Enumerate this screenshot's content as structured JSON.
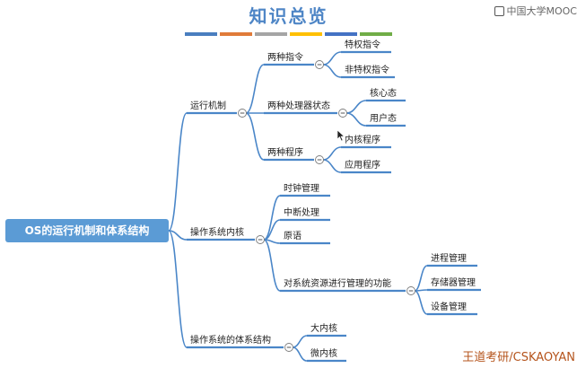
{
  "title": "知识总览",
  "watermark": "中国大学MOOC",
  "footer": "王道考研/CSKAOYAN",
  "header_colors": [
    "#4a7ebf",
    "#e07b39",
    "#a5a5a5",
    "#ffc000",
    "#4472c4",
    "#70ad47"
  ],
  "line_color": "#4a86c8",
  "root": {
    "label": "OS的运行机制和体系结构",
    "color": "#5b9bd5",
    "children": [
      {
        "label": "运行机制",
        "children": [
          {
            "label": "两种指令",
            "children": [
              {
                "label": "特权指令"
              },
              {
                "label": "非特权指令"
              }
            ]
          },
          {
            "label": "两种处理器状态",
            "children": [
              {
                "label": "核心态"
              },
              {
                "label": "用户态"
              }
            ]
          },
          {
            "label": "两种程序",
            "children": [
              {
                "label": "内核程序"
              },
              {
                "label": "应用程序"
              }
            ]
          }
        ]
      },
      {
        "label": "操作系统内核",
        "children": [
          {
            "label": "时钟管理"
          },
          {
            "label": "中断处理"
          },
          {
            "label": "原语"
          },
          {
            "label": "对系统资源进行管理的功能",
            "children": [
              {
                "label": "进程管理"
              },
              {
                "label": "存储器管理"
              },
              {
                "label": "设备管理"
              }
            ]
          }
        ]
      },
      {
        "label": "操作系统的体系结构",
        "children": [
          {
            "label": "大内核"
          },
          {
            "label": "微内核"
          }
        ]
      }
    ]
  }
}
